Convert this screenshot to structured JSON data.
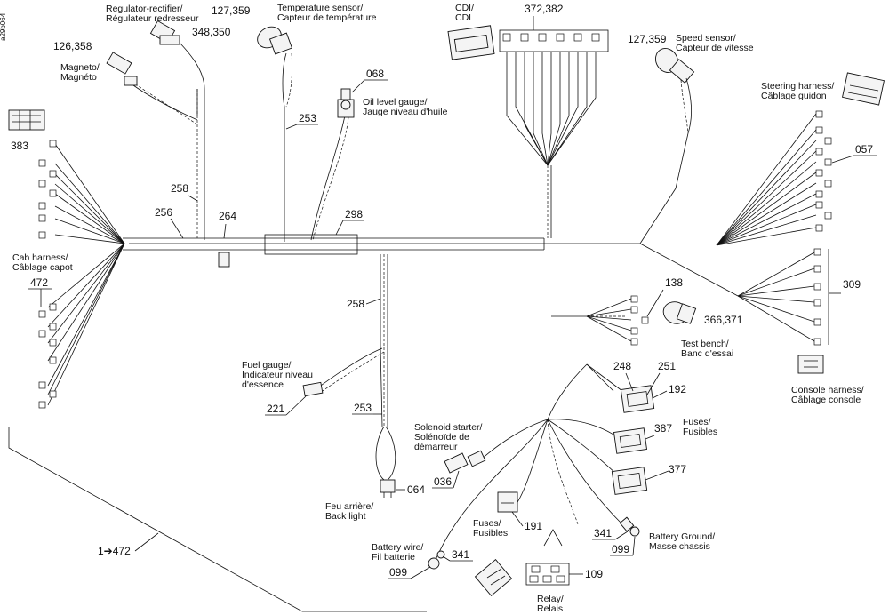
{
  "code": "a29b064",
  "components": {
    "regulator": {
      "label1": "Regulator-rectifier/",
      "label2": "Régulateur redresseur",
      "ref1": "127,359",
      "ref2": "348,350"
    },
    "magneto": {
      "label1": "Magneto/",
      "label2": "Magnéto",
      "ref": "126,358"
    },
    "temperature": {
      "label1": "Temperature sensor/",
      "label2": "Capteur de température"
    },
    "cdi": {
      "label1": "CDI/",
      "label2": "CDI",
      "ref": "372,382"
    },
    "speed": {
      "label1": "Speed sensor/",
      "label2": "Capteur de vitesse",
      "ref": "127,359"
    },
    "oil": {
      "label1": "Oil level gauge/",
      "label2": "Jauge niveau d'huile",
      "ref": "068"
    },
    "steering": {
      "label1": "Steering harness/",
      "label2": "Câblage guidon",
      "ref": "057"
    },
    "cab": {
      "label1": "Cab harness/",
      "label2": "Câblage capot",
      "ref1": "383",
      "ref2": "472"
    },
    "fuel": {
      "label1": "Fuel gauge/",
      "label2": "Indicateur niveau",
      "label3": "d'essence",
      "ref": "221"
    },
    "test": {
      "label1": "Test bench/",
      "label2": "Banc d'essai",
      "ref1": "138",
      "ref2": "366,371"
    },
    "console": {
      "label1": "Console harness/",
      "label2": "Câblage console",
      "ref": "309"
    },
    "fuses_right": {
      "label1": "Fuses/",
      "label2": "Fusibles",
      "ref1": "248",
      "ref2": "251",
      "ref3": "192",
      "ref4": "387",
      "ref5": "377"
    },
    "solenoid": {
      "label1": "Solenoid starter/",
      "label2": "Solénoïde de",
      "label3": "démarreur",
      "ref": "036"
    },
    "taillight": {
      "label1": "Feu arrière/",
      "label2": "Back light",
      "ref": "064"
    },
    "fuses_lower": {
      "label1": "Fuses/",
      "label2": "Fusibles",
      "ref": "191"
    },
    "battery_wire": {
      "label1": "Battery wire/",
      "label2": "Fil batterie",
      "ref1": "341",
      "ref2": "099"
    },
    "battery_ground": {
      "label1": "Battery Ground/",
      "label2": "Masse chassis",
      "ref1": "341",
      "ref2": "099"
    },
    "relay": {
      "label1": "Relay/",
      "label2": "Relais",
      "ref": "109"
    }
  },
  "harness_refs": {
    "r256": "256",
    "r258a": "258",
    "r264": "264",
    "r253a": "253",
    "r298": "298",
    "r258b": "258",
    "r253b": "253"
  },
  "footer_ref": "1➔472"
}
